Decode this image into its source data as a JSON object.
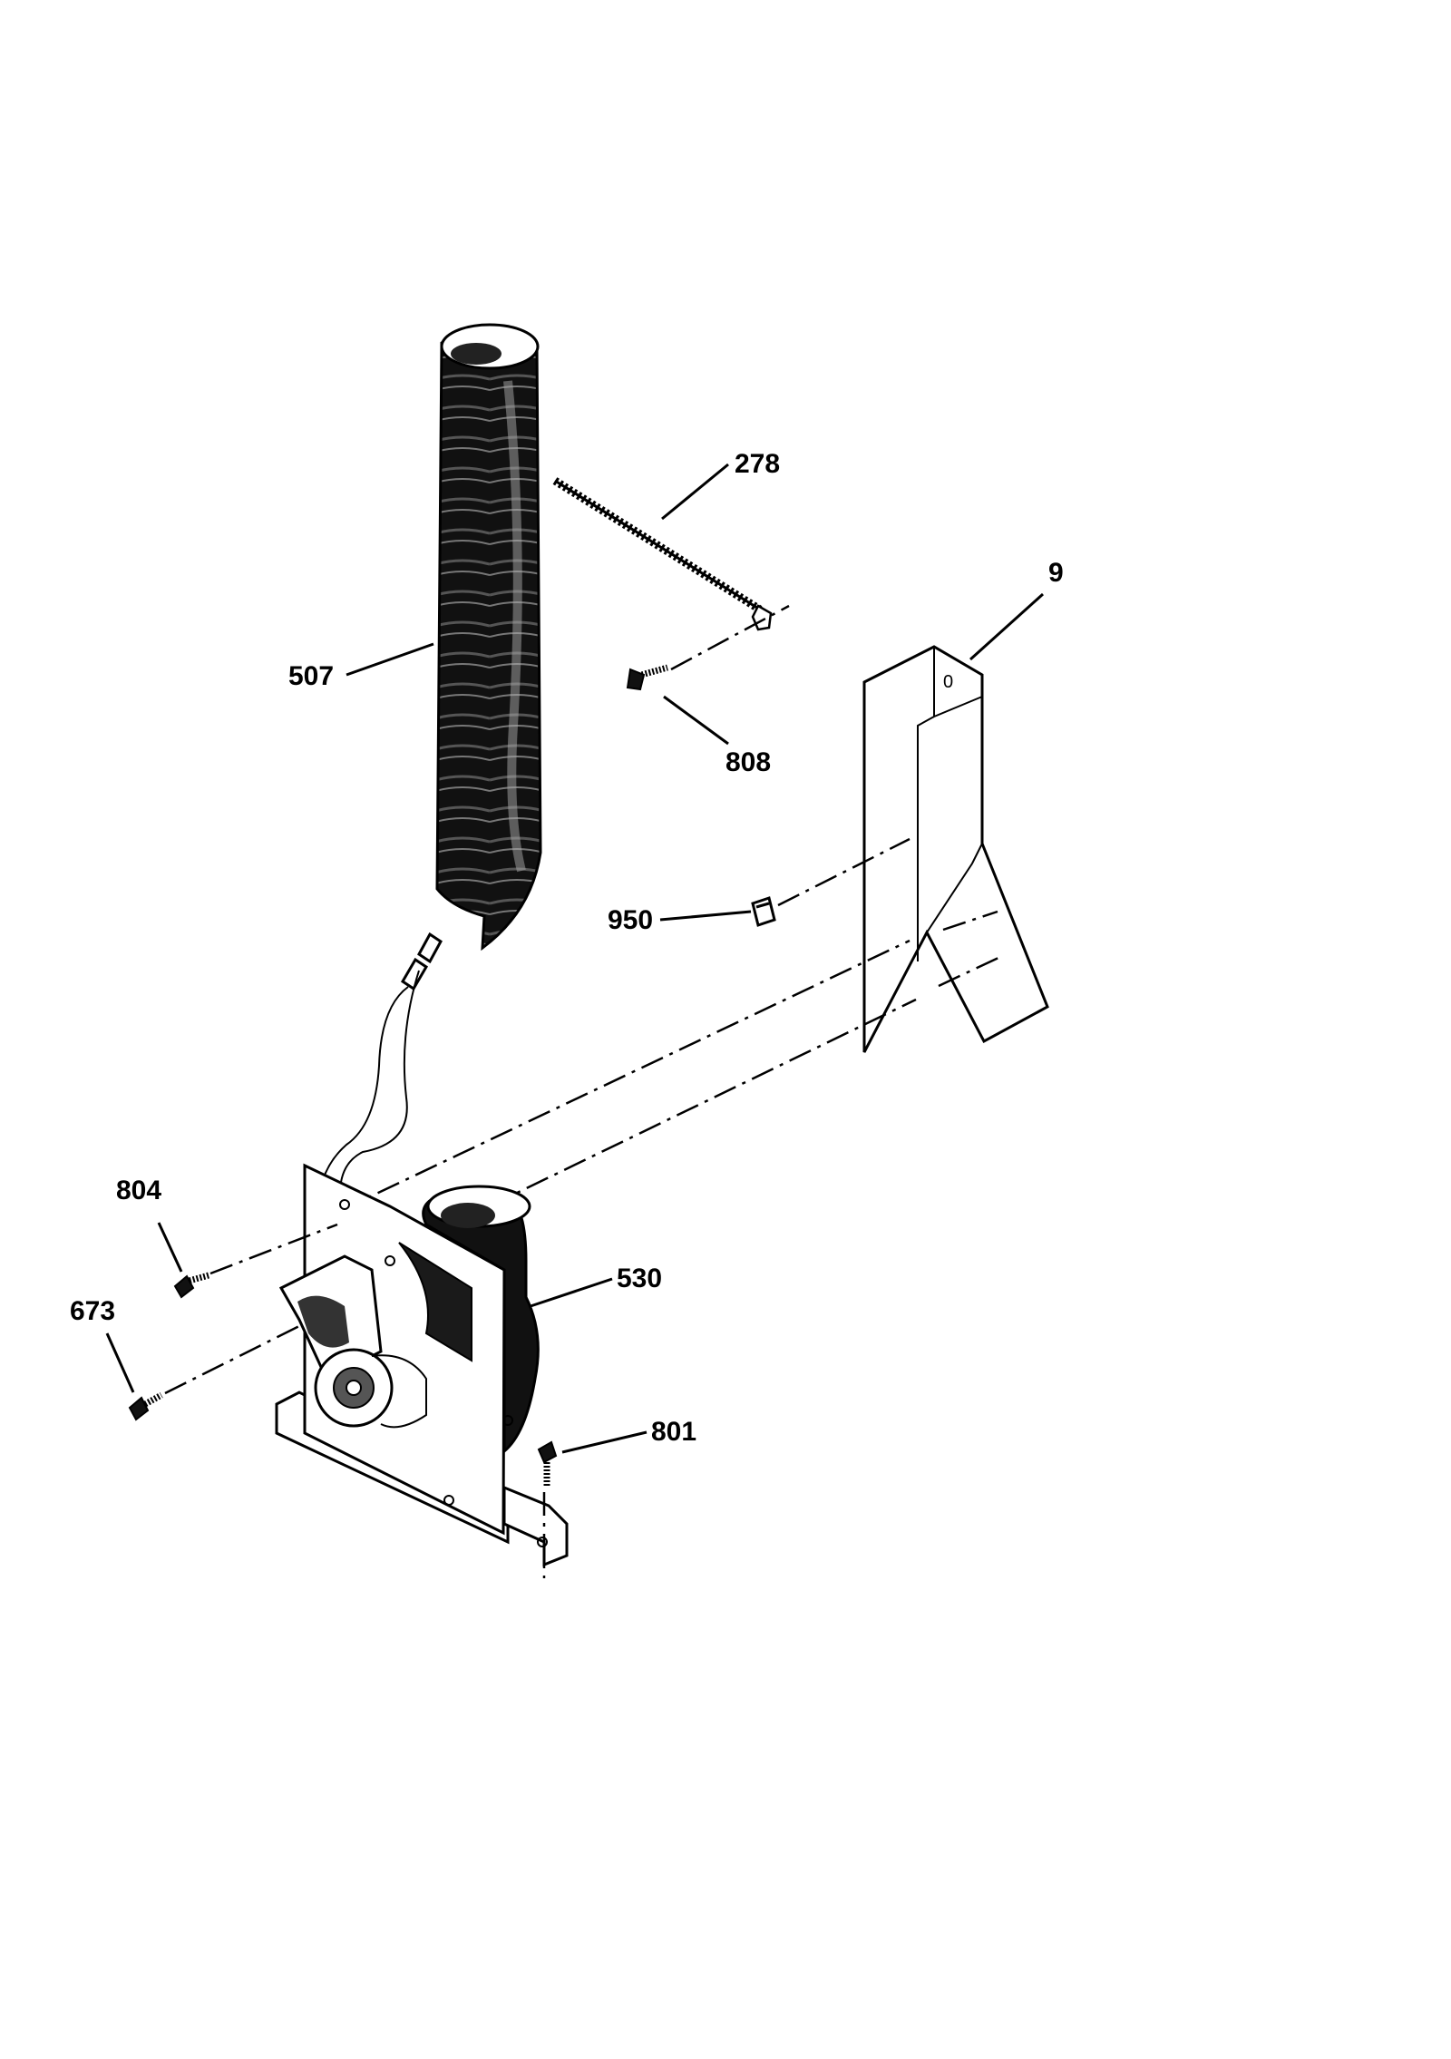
{
  "colors": {
    "ink": "#000000",
    "paper": "#ffffff"
  },
  "parts": [
    {
      "id": "9",
      "label": "9",
      "icon": "bracket-icon"
    },
    {
      "id": "278",
      "label": "278",
      "icon": "cable-tie-icon"
    },
    {
      "id": "507",
      "label": "507",
      "icon": "flexible-duct-icon"
    },
    {
      "id": "530",
      "label": "530",
      "icon": "blower-assembly-icon"
    },
    {
      "id": "673",
      "label": "673",
      "icon": "screw-icon"
    },
    {
      "id": "801",
      "label": "801",
      "icon": "screw-icon"
    },
    {
      "id": "804",
      "label": "804",
      "icon": "screw-icon"
    },
    {
      "id": "808",
      "label": "808",
      "icon": "screw-icon"
    },
    {
      "id": "950",
      "label": "950",
      "icon": "clip-icon"
    }
  ]
}
